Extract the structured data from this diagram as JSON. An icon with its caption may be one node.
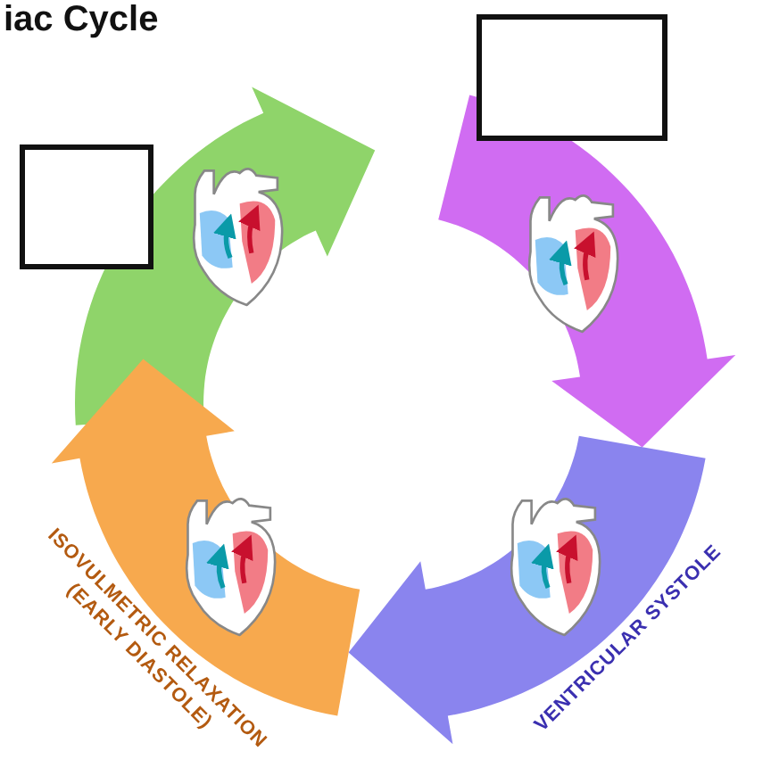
{
  "diagram": {
    "title": "iac Cycle",
    "nodes": [
      {
        "text": [],
        "shape": "arrow"
      },
      {
        "text": [],
        "shape": "picture",
        "in": 0
      },
      {
        "text": [],
        "shape": "arrow"
      },
      {
        "text": [],
        "shape": "picture",
        "in": 2
      },
      {
        "text": [
          "VENTRICULAR SYSTOLE"
        ]
      },
      {
        "text": [],
        "shape": "picture",
        "in": 4
      },
      {
        "text": [
          "ISOVULMETRIC RELAXATION",
          "(EARLY DIASTOLE)"
        ]
      },
      {
        "text": [],
        "shape": "picture",
        "in": 6
      },
      {
        "text": [],
        "shape": "box"
      },
      {
        "text": [],
        "shape": "box"
      }
    ]
  }
}
